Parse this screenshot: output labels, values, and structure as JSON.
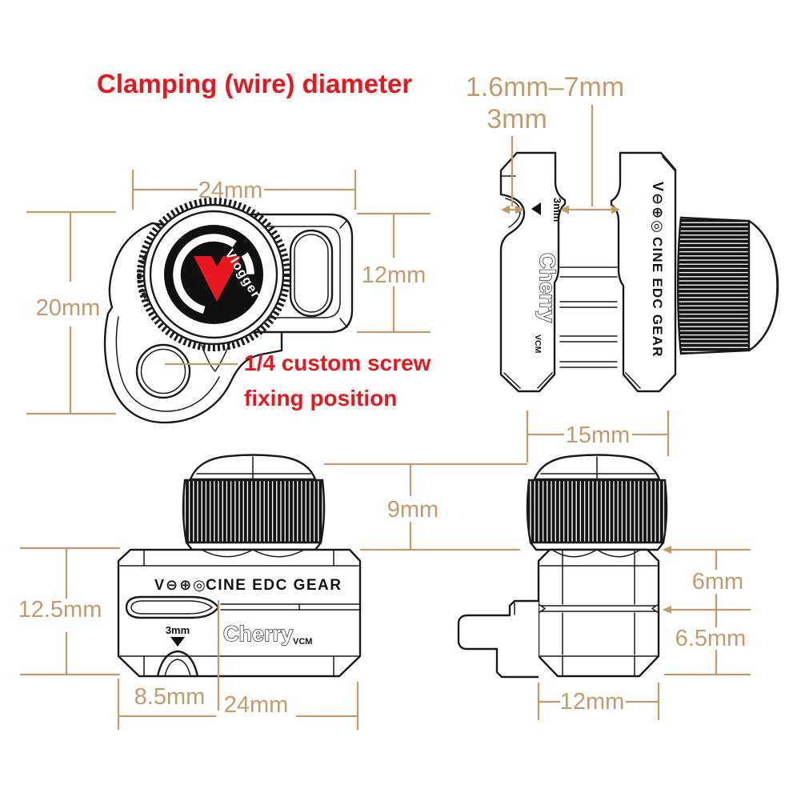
{
  "title": "Clamping (wire) diameter",
  "callouts": {
    "clamp_range": "1.6mm–7mm",
    "wire_hole": "3mm",
    "note1": "1/4 custom screw",
    "note2": "fixing position"
  },
  "branding": {
    "logo": "V⊖⊕◎",
    "brand_text": "CINE EDC GEAR",
    "product": "Cherry",
    "variant": "VCM",
    "maker": "Vlogger"
  },
  "labels": {
    "slot_side": "3mm",
    "slot_front": "3mm"
  },
  "dims": {
    "top_w": "24mm",
    "top_h": "12mm",
    "top_total": "20mm",
    "knob_w": "15mm",
    "knob_h": "9mm",
    "front_h": "12.5mm",
    "front_slot": "8.5mm",
    "front_w": "24mm",
    "side_a": "6mm",
    "side_b": "6.5mm",
    "side_w": "12mm"
  },
  "colors": {
    "dimension": "#C29B6C",
    "accent_red": "#E8171D",
    "ink": "#1A1A1A"
  }
}
